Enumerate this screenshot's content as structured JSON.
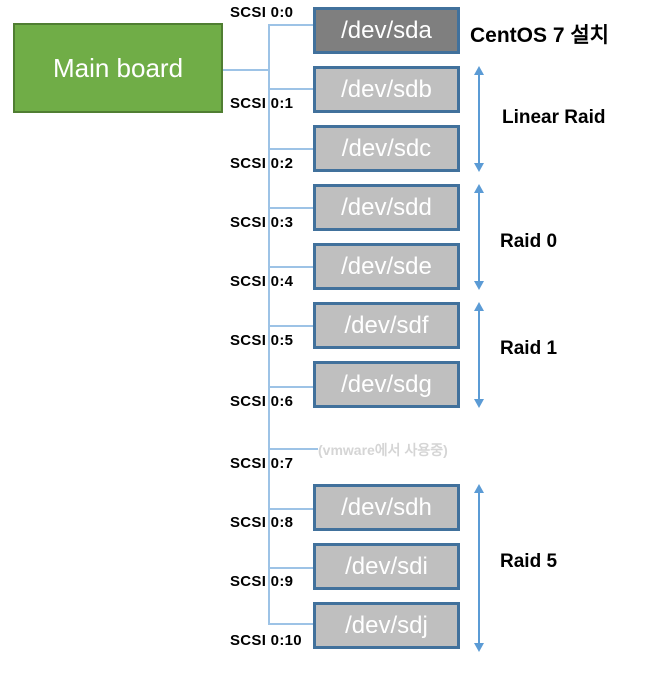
{
  "main_board_label": "Main board",
  "scsi_labels": [
    "SCSI 0:0",
    "SCSI 0:1",
    "SCSI 0:2",
    "SCSI 0:3",
    "SCSI 0:4",
    "SCSI 0:5",
    "SCSI 0:6",
    "SCSI 0:7",
    "SCSI 0:8",
    "SCSI 0:9",
    "SCSI 0:10"
  ],
  "disks": [
    {
      "label": "/dev/sda",
      "variant": "dark",
      "scsi": "SCSI 0:0"
    },
    {
      "label": "/dev/sdb",
      "variant": "light",
      "scsi": "SCSI 0:1"
    },
    {
      "label": "/dev/sdc",
      "variant": "light",
      "scsi": "SCSI 0:2"
    },
    {
      "label": "/dev/sdd",
      "variant": "light",
      "scsi": "SCSI 0:3"
    },
    {
      "label": "/dev/sde",
      "variant": "light",
      "scsi": "SCSI 0:4"
    },
    {
      "label": "/dev/sdf",
      "variant": "light",
      "scsi": "SCSI 0:5"
    },
    {
      "label": "/dev/sdg",
      "variant": "light",
      "scsi": "SCSI 0:6"
    },
    {
      "label": "/dev/sdh",
      "variant": "light",
      "scsi": "SCSI 0:8"
    },
    {
      "label": "/dev/sdi",
      "variant": "light",
      "scsi": "SCSI 0:9"
    },
    {
      "label": "/dev/sdj",
      "variant": "light",
      "scsi": "SCSI 0:10"
    }
  ],
  "annotations": {
    "sda_note": "CentOS 7 설치",
    "vmware_note": "(vmware에서 사용중)"
  },
  "raid_groups": [
    {
      "label": "Linear Raid",
      "disks": [
        "/dev/sdb",
        "/dev/sdc"
      ]
    },
    {
      "label": "Raid 0",
      "disks": [
        "/dev/sdd",
        "/dev/sde"
      ]
    },
    {
      "label": "Raid 1",
      "disks": [
        "/dev/sdf",
        "/dev/sdg"
      ]
    },
    {
      "label": "Raid 5",
      "disks": [
        "/dev/sdh",
        "/dev/sdi",
        "/dev/sdj"
      ]
    }
  ],
  "colors": {
    "main_board_fill": "#70ad47",
    "main_board_border": "#507e32",
    "disk_dark_fill": "#7f7f7f",
    "disk_light_fill": "#bfbfbf",
    "disk_border": "#41719c",
    "connector_line": "#9dc3e6",
    "arrow": "#5b9bd5",
    "vmware_note_text": "#d5d5d5",
    "label_text": "#000000",
    "box_text": "#ffffff"
  }
}
